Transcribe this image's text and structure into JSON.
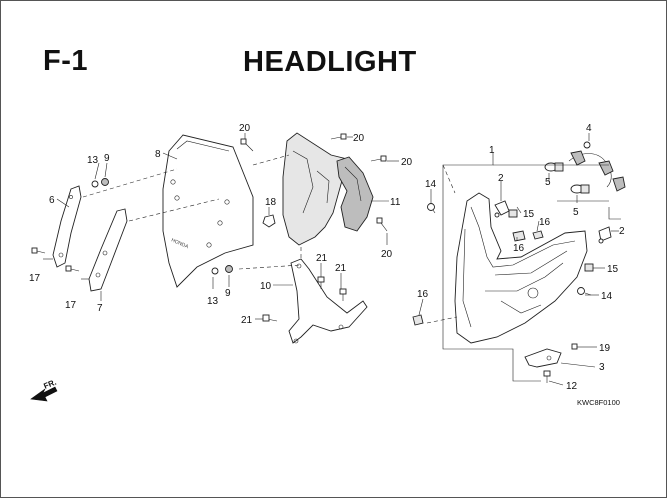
{
  "header": {
    "figure_code": "F-1",
    "title": "HEADLIGHT"
  },
  "diagram": {
    "reference_code": "KWC8F0100",
    "front_marker": "FR.",
    "brand_mark": "HONDA",
    "callouts": {
      "c1": "1",
      "c2a": "2",
      "c2b": "2",
      "c3": "3",
      "c4": "4",
      "c5a": "5",
      "c5b": "5",
      "c6": "6",
      "c7": "7",
      "c8": "8",
      "c9a": "9",
      "c9b": "9",
      "c10": "10",
      "c11": "11",
      "c12": "12",
      "c13a": "13",
      "c13b": "13",
      "c14a": "14",
      "c14b": "14",
      "c15a": "15",
      "c15b": "15",
      "c16a": "16",
      "c16b": "16",
      "c16c": "16",
      "c17a": "17",
      "c17b": "17",
      "c18": "18",
      "c19": "19",
      "c20a": "20",
      "c20b": "20",
      "c20c": "20",
      "c20d": "20",
      "c21a": "21",
      "c21b": "21",
      "c21c": "21"
    }
  }
}
